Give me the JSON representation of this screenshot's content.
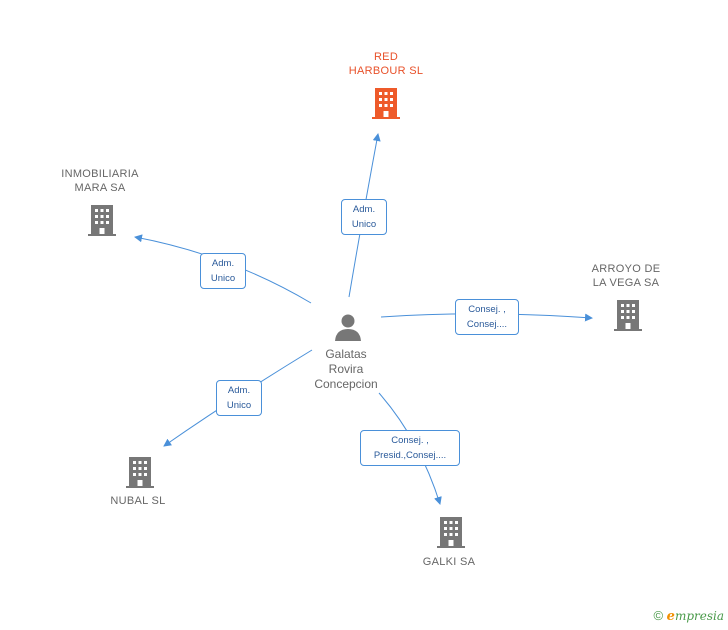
{
  "center": {
    "name": "Galatas\nRovira\nConcepcion"
  },
  "companies": [
    {
      "id": "red",
      "name": "RED\nHARBOUR SL",
      "highlight": true
    },
    {
      "id": "inmob",
      "name": "INMOBILIARIA\nMARA SA",
      "highlight": false
    },
    {
      "id": "arroyo",
      "name": "ARROYO DE\nLA VEGA SA",
      "highlight": false
    },
    {
      "id": "nubal",
      "name": "NUBAL SL",
      "highlight": false
    },
    {
      "id": "galki",
      "name": "GALKI SA",
      "highlight": false
    }
  ],
  "relations": [
    {
      "to": "red",
      "label": "Adm.\nUnico"
    },
    {
      "to": "inmob",
      "label": "Adm.\nUnico"
    },
    {
      "to": "arroyo",
      "label": "Consej. ,\nConsej...."
    },
    {
      "to": "nubal",
      "label": "Adm.\nUnico"
    },
    {
      "to": "galki",
      "label": "Consej. ,\nPresid.,Consej...."
    }
  ],
  "colors": {
    "edge": "#4a90d9",
    "building": "#777777",
    "building_highlight": "#ee5a2a",
    "person": "#777777"
  },
  "footer": {
    "copyright": "©",
    "brand_e": "e",
    "brand_rest": "mpresia"
  }
}
